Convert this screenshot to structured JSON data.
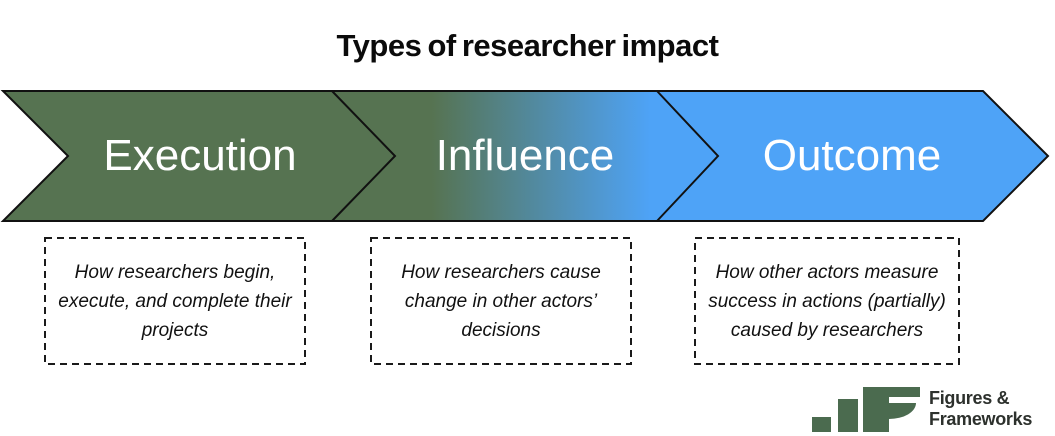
{
  "title": "Types of researcher impact",
  "stages": [
    {
      "label": "Execution",
      "description_lines": [
        "How researchers begin,",
        "execute, and complete their",
        "projects"
      ]
    },
    {
      "label": "Influence",
      "description_lines": [
        "How researchers cause",
        "change in other actors’",
        "decisions"
      ]
    },
    {
      "label": "Outcome",
      "description_lines": [
        "How other actors measure",
        "success in actions (partially)",
        "caused by researchers"
      ]
    }
  ],
  "colors": {
    "stage_green": "#567351",
    "stage_blue": "#4EA3F7",
    "outline_black": "#111111",
    "logo_green": "#4B6B4F"
  },
  "logo": {
    "icon": "bar-chart-f-logo",
    "name_line1": "Figures &",
    "name_line2": "Frameworks"
  }
}
